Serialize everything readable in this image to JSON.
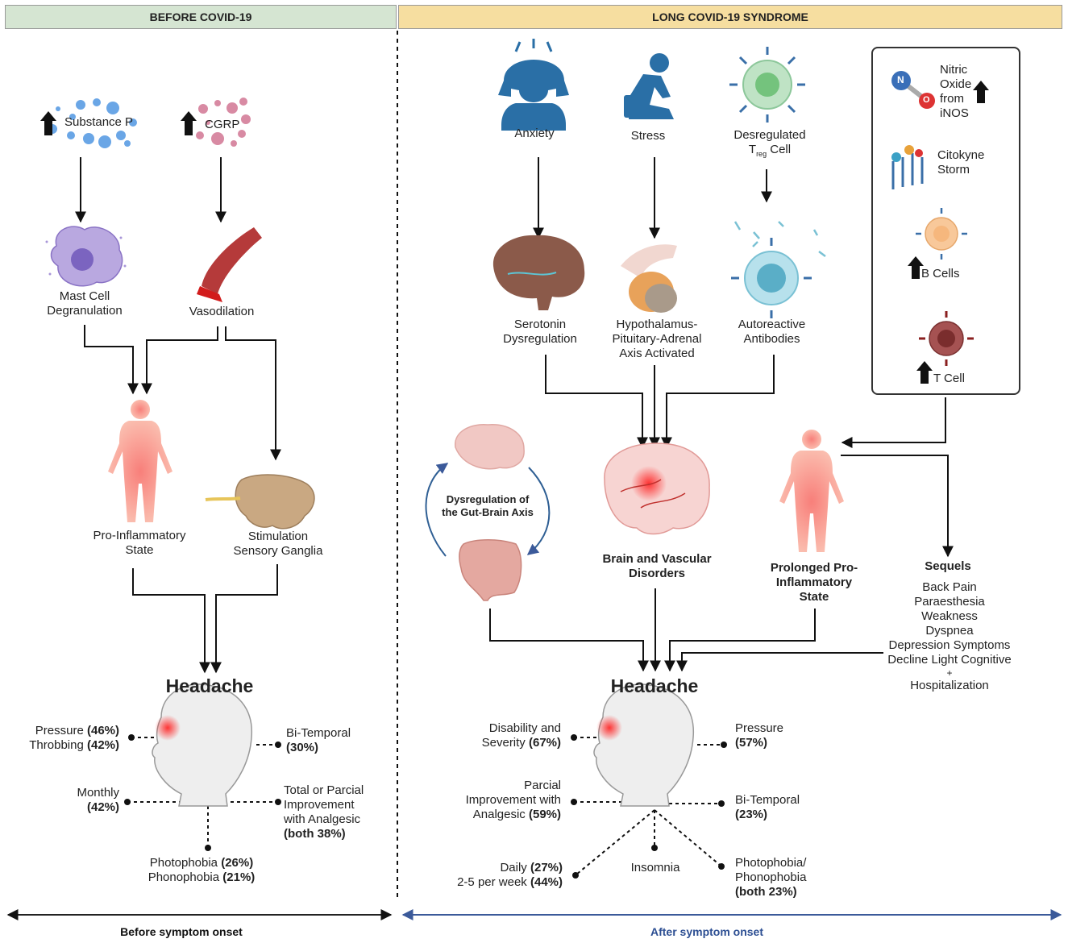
{
  "headers": {
    "before": "BEFORE COVID-19",
    "long": "LONG COVID-19 SYNDROME"
  },
  "before": {
    "substance_p": "Substance P",
    "cgrp": "CGRP",
    "mast_cell": [
      "Mast Cell",
      "Degranulation"
    ],
    "vasodilation": "Vasodilation",
    "pro_inflammatory": [
      "Pro-Inflammatory",
      "State"
    ],
    "stimulation": [
      "Stimulation",
      "Sensory Ganglia"
    ],
    "headache": "Headache",
    "symptoms": {
      "pressure_label": "Pressure",
      "pressure_pct": "(46%)",
      "throbbing_label": "Throbbing",
      "throbbing_pct": "(42%)",
      "monthly_label": "Monthly",
      "monthly_pct": "(42%)",
      "bitemporal_label": "Bi-Temporal",
      "bitemporal_pct": "(30%)",
      "improvement_lines": [
        "Total or Parcial",
        "Improvement",
        "with Analgesic"
      ],
      "improvement_pct": "(both 38%)",
      "photophobia_label": "Photophobia",
      "photophobia_pct": "(26%)",
      "phonophobia_label": "Phonophobia",
      "phonophobia_pct": "(21%)"
    }
  },
  "long": {
    "anxiety": "Anxiety",
    "stress": "Stress",
    "treg": [
      "Desregulated",
      "T",
      "reg",
      " Cell"
    ],
    "serotonin": [
      "Serotonin",
      "Dysregulation"
    ],
    "hpa": [
      "Hypothalamus-",
      "Pituitary-Adrenal",
      "Axis Activated"
    ],
    "autoreactive": [
      "Autoreactive",
      "Antibodies"
    ],
    "gut_brain": [
      "Dysregulation of",
      "the Gut-Brain Axis"
    ],
    "brain_vascular": [
      "Brain and Vascular",
      "Disorders"
    ],
    "prolonged": [
      "Prolonged Pro-",
      "Inflammatory",
      "State"
    ],
    "legend": {
      "nitric": [
        "Nitric",
        "Oxide",
        "from",
        "iNOS"
      ],
      "cytokine": [
        "Citokyne",
        "Storm"
      ],
      "b_cells": "B Cells",
      "t_cell": "T Cell",
      "no_n": "N",
      "no_o": "O"
    },
    "sequels_title": "Sequels",
    "sequels": [
      "Back Pain",
      "Paraesthesia",
      "Weakness",
      "Dyspnea",
      "Depression Symptoms",
      "Decline Light Cognitive",
      "+",
      "Hospitalization"
    ],
    "headache": "Headache",
    "symptoms": {
      "disability_line1": "Disability and",
      "disability_line2": "Severity",
      "disability_pct": "(67%)",
      "pressure_label": "Pressure",
      "pressure_pct": "(57%)",
      "parcial_lines": [
        "Parcial",
        "Improvement with"
      ],
      "parcial_line3": "Analgesic",
      "parcial_pct": "(59%)",
      "bitemporal_label": "Bi-Temporal",
      "bitemporal_pct": "(23%)",
      "daily_label": "Daily",
      "daily_pct": "(27%)",
      "weekly_label": "2-5 per week",
      "weekly_pct": "(44%)",
      "insomnia": "Insomnia",
      "photo_lines": [
        "Photophobia/",
        "Phonophobia"
      ],
      "photo_pct": "(both 23%)"
    }
  },
  "footer": {
    "before": "Before symptom onset",
    "after": "After  symptom onset"
  },
  "colors": {
    "before_header": "#d5e5d2",
    "long_header": "#f6dea0",
    "before_axis": "#222222",
    "after_axis": "#3b5a9a",
    "after_text": "#2d4f93"
  }
}
